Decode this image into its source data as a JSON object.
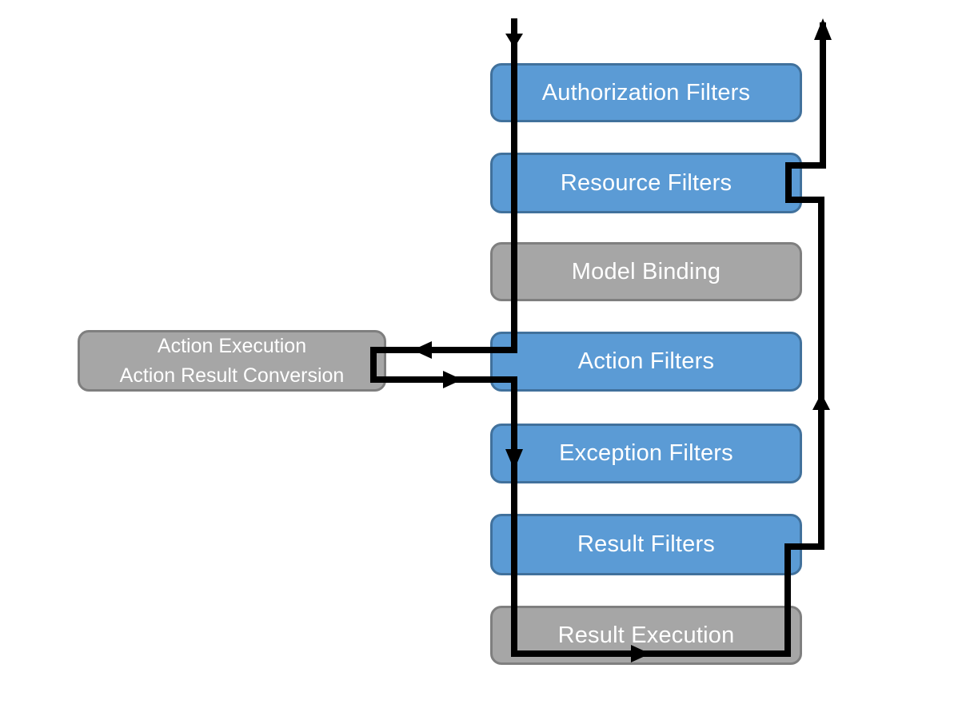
{
  "diagram": {
    "kind": "flowchart",
    "subject": "filter-pipeline",
    "colors": {
      "filter_box_fill": "#5B9BD5",
      "filter_box_border": "#41719C",
      "stage_box_fill": "#A6A6A6",
      "stage_box_border": "#7F7F7F",
      "connector_line": "#000000",
      "label_text": "#FFFFFF",
      "background": "#FFFFFF"
    },
    "pipeline": {
      "boxes": [
        {
          "label": "Authorization Filters",
          "style": "blue"
        },
        {
          "label": "Resource Filters",
          "style": "blue"
        },
        {
          "label": "Model Binding",
          "style": "gray"
        },
        {
          "label": "Action Filters",
          "style": "blue"
        },
        {
          "label": "Exception Filters",
          "style": "blue"
        },
        {
          "label": "Result Filters",
          "style": "blue"
        },
        {
          "label": "Result Execution",
          "style": "gray"
        }
      ]
    },
    "side_box": {
      "line1": "Action Execution",
      "line2": "Action Result Conversion",
      "style": "gray"
    },
    "flow": {
      "request_direction": "down",
      "response_direction": "up",
      "arrowheads": [
        "down-into-pipeline-top",
        "left-into-action-execution",
        "right-return-to-pipeline",
        "down-into-exception-filters",
        "right-through-result-execution",
        "up-along-response-path",
        "up-out-of-pipeline-top"
      ]
    }
  }
}
